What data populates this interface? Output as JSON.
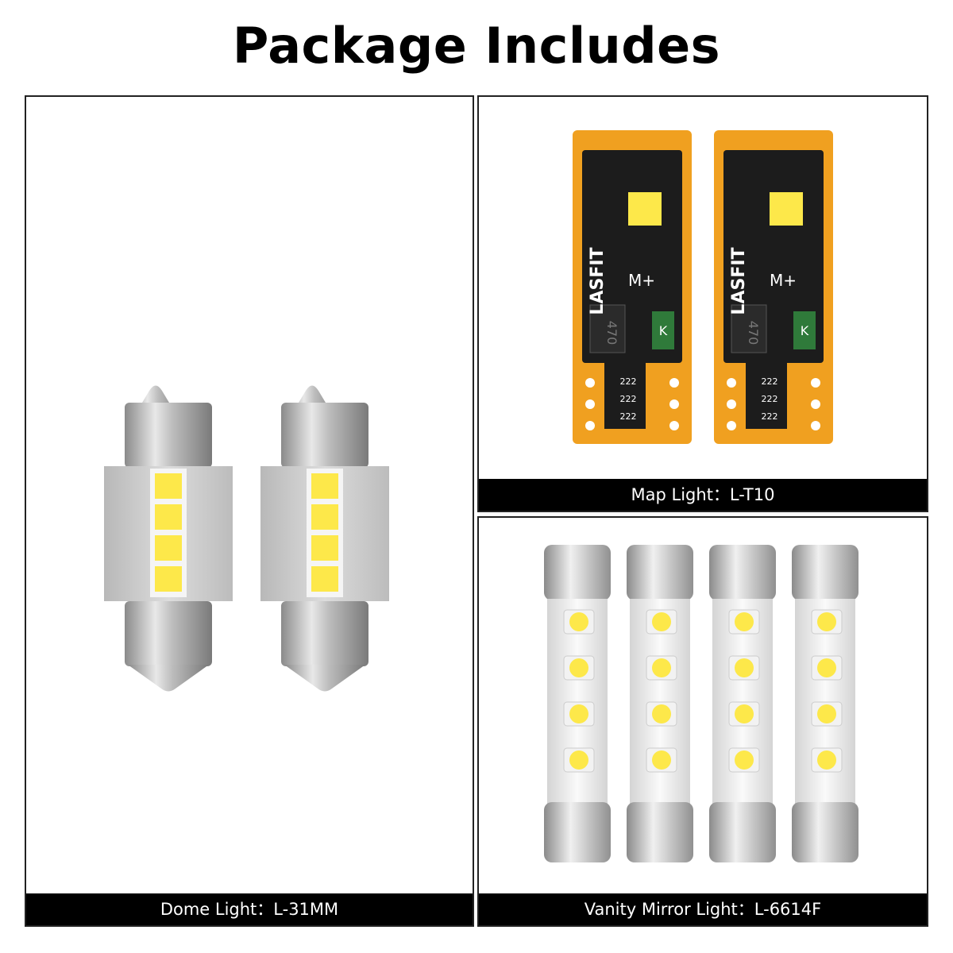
{
  "header": {
    "title": "Package Includes"
  },
  "panels": [
    {
      "caption": "Dome Light：L-31MM",
      "bulb_count": 2
    },
    {
      "caption": "Map Light：L-T10",
      "bulb_count": 2,
      "board_labels": {
        "brand": "LASFIT",
        "driver_marking": "470",
        "resistor_marking": "222",
        "polarity_marking": "M+",
        "component_marking": "K"
      }
    },
    {
      "caption": "Vanity Mirror Light：L-6614F",
      "bulb_count": 4
    }
  ],
  "colors": {
    "caption_bg": "#000000",
    "caption_text": "#ffffff",
    "pcb_black": "#1c1c1c",
    "pcb_gold": "#f0a020",
    "led_yellow": "#fde84a"
  }
}
